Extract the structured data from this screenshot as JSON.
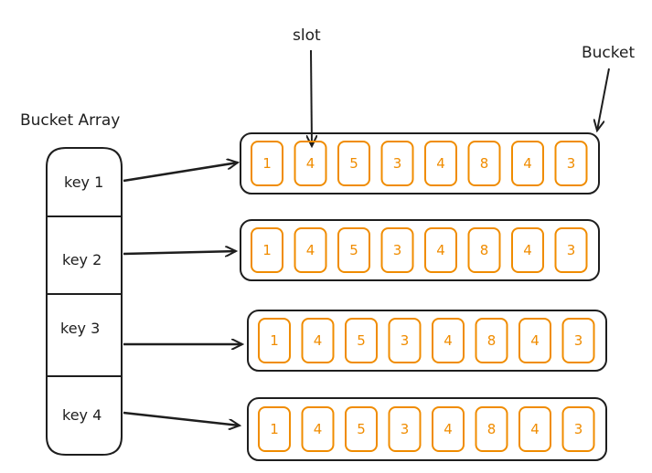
{
  "labels": {
    "bucket_array": "Bucket Array",
    "slot": "slot",
    "bucket": "Bucket"
  },
  "colors": {
    "stroke": "#1e1e1e",
    "slot_stroke": "#f08c00",
    "background": "#ffffff"
  },
  "bucket_array": [
    {
      "label": "key 1"
    },
    {
      "label": "key 2"
    },
    {
      "label": "key 3"
    },
    {
      "label": "key 4"
    }
  ],
  "buckets": [
    {
      "slots": [
        "1",
        "4",
        "5",
        "3",
        "4",
        "8",
        "4",
        "3"
      ]
    },
    {
      "slots": [
        "1",
        "4",
        "5",
        "3",
        "4",
        "8",
        "4",
        "3"
      ]
    },
    {
      "slots": [
        "1",
        "4",
        "5",
        "3",
        "4",
        "8",
        "4",
        "3"
      ]
    },
    {
      "slots": [
        "1",
        "4",
        "5",
        "3",
        "4",
        "8",
        "4",
        "3"
      ]
    }
  ]
}
